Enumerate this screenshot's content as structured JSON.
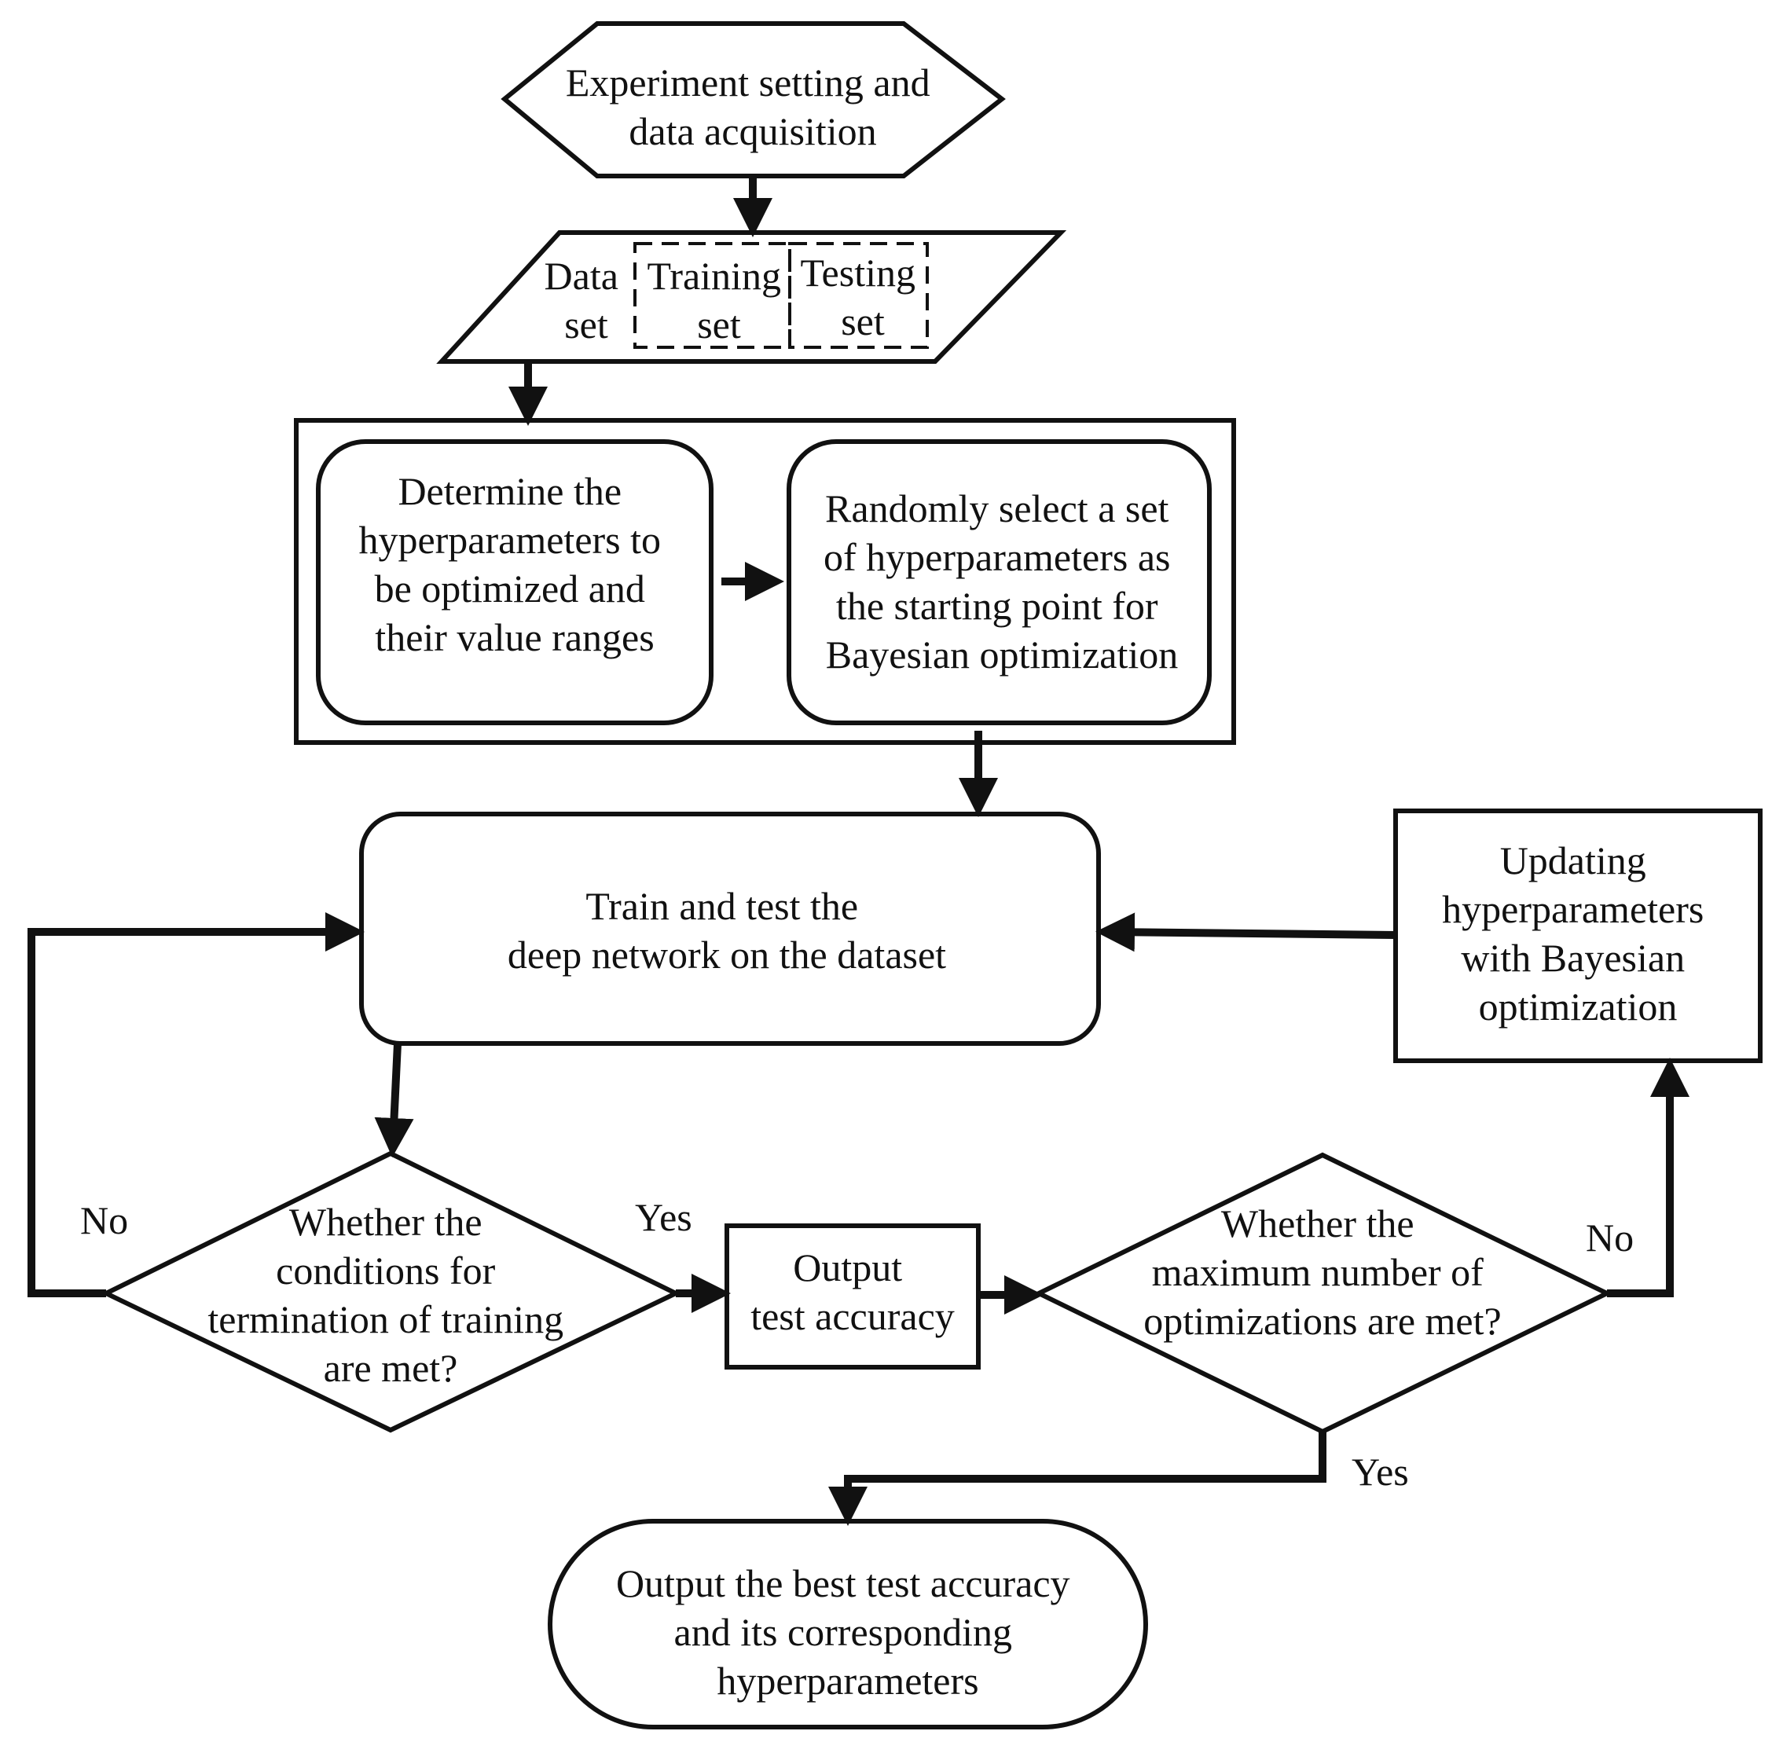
{
  "nodes": {
    "start": {
      "lines": [
        "Experiment setting and",
        "data acquisition"
      ]
    },
    "dataset": {
      "lines": [
        "Data",
        "set"
      ]
    },
    "training": {
      "lines": [
        "Training",
        "set"
      ]
    },
    "testing": {
      "lines": [
        "Testing",
        "set"
      ]
    },
    "determine": {
      "lines": [
        "Determine the",
        "hyperparameters to",
        "be optimized and",
        "their value ranges"
      ]
    },
    "random": {
      "lines": [
        "Randomly select a set",
        "of hyperparameters as",
        "the starting point for",
        "Bayesian optimization"
      ]
    },
    "train": {
      "lines": [
        "Train and test the",
        "deep network on the dataset"
      ]
    },
    "update": {
      "lines": [
        "Updating",
        "hyperparameters",
        "with Bayesian",
        "optimization"
      ]
    },
    "termination": {
      "lines": [
        "Whether the",
        "conditions for",
        "termination of training",
        "are met?"
      ]
    },
    "output": {
      "lines": [
        "Output",
        "test accuracy"
      ]
    },
    "maximum": {
      "lines": [
        "Whether the",
        "maximum number of",
        "optimizations are met?"
      ]
    },
    "final": {
      "lines": [
        "Output the best test accuracy",
        "and its corresponding",
        "hyperparameters"
      ]
    }
  },
  "edge_labels": {
    "term_no": "No",
    "term_yes": "Yes",
    "max_no": "No",
    "max_yes": "Yes"
  }
}
